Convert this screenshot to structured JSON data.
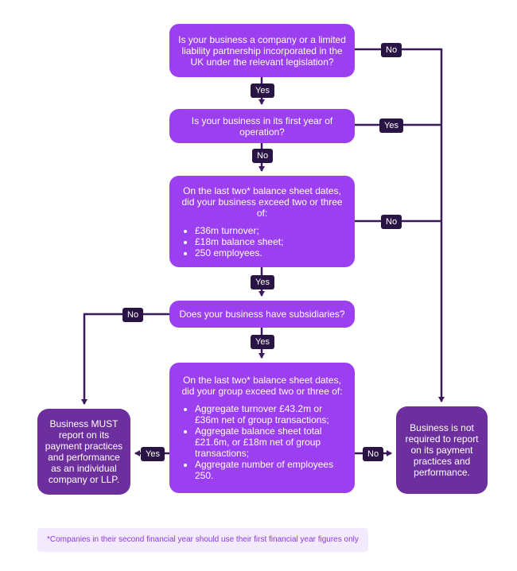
{
  "nodes": {
    "q1": "Is your business a company or a limited liability partnership incorporated in the UK under the relevant legislation?",
    "q2": "Is your business in its first year of operation?",
    "q3": {
      "question": "On the last two* balance sheet dates, did your business exceed two or three of:",
      "items": [
        "£36m turnover;",
        "£18m balance sheet;",
        "250 employees."
      ]
    },
    "q4": "Does your business have subsidiaries?",
    "q5": {
      "question": "On the last two* balance sheet dates, did your group exceed two or three of:",
      "items": [
        "Aggregate turnover £43.2m or £36m net of group transactions;",
        "Aggregate balance sheet total £21.6m, or £18m net of group transactions;",
        "Aggregate number of employees 250."
      ]
    },
    "must_report": "Business MUST report on its payment practices and performance as an individual company or LLP.",
    "not_required": "Business is not required to report on its payment practices and performance."
  },
  "edge_labels": {
    "q1_no": "No",
    "q1_yes": "Yes",
    "q2_yes": "Yes",
    "q2_no": "No",
    "q3_no": "No",
    "q3_yes": "Yes",
    "q4_no": "No",
    "q4_yes": "Yes",
    "q5_yes": "Yes",
    "q5_no": "No"
  },
  "colors": {
    "box": "#9b3ff0",
    "outcome": "#6d2f9e",
    "line": "#3b1a5c",
    "label": "#2a1445"
  },
  "footnote": "*Companies in their second financial year should use their first financial year figures only"
}
